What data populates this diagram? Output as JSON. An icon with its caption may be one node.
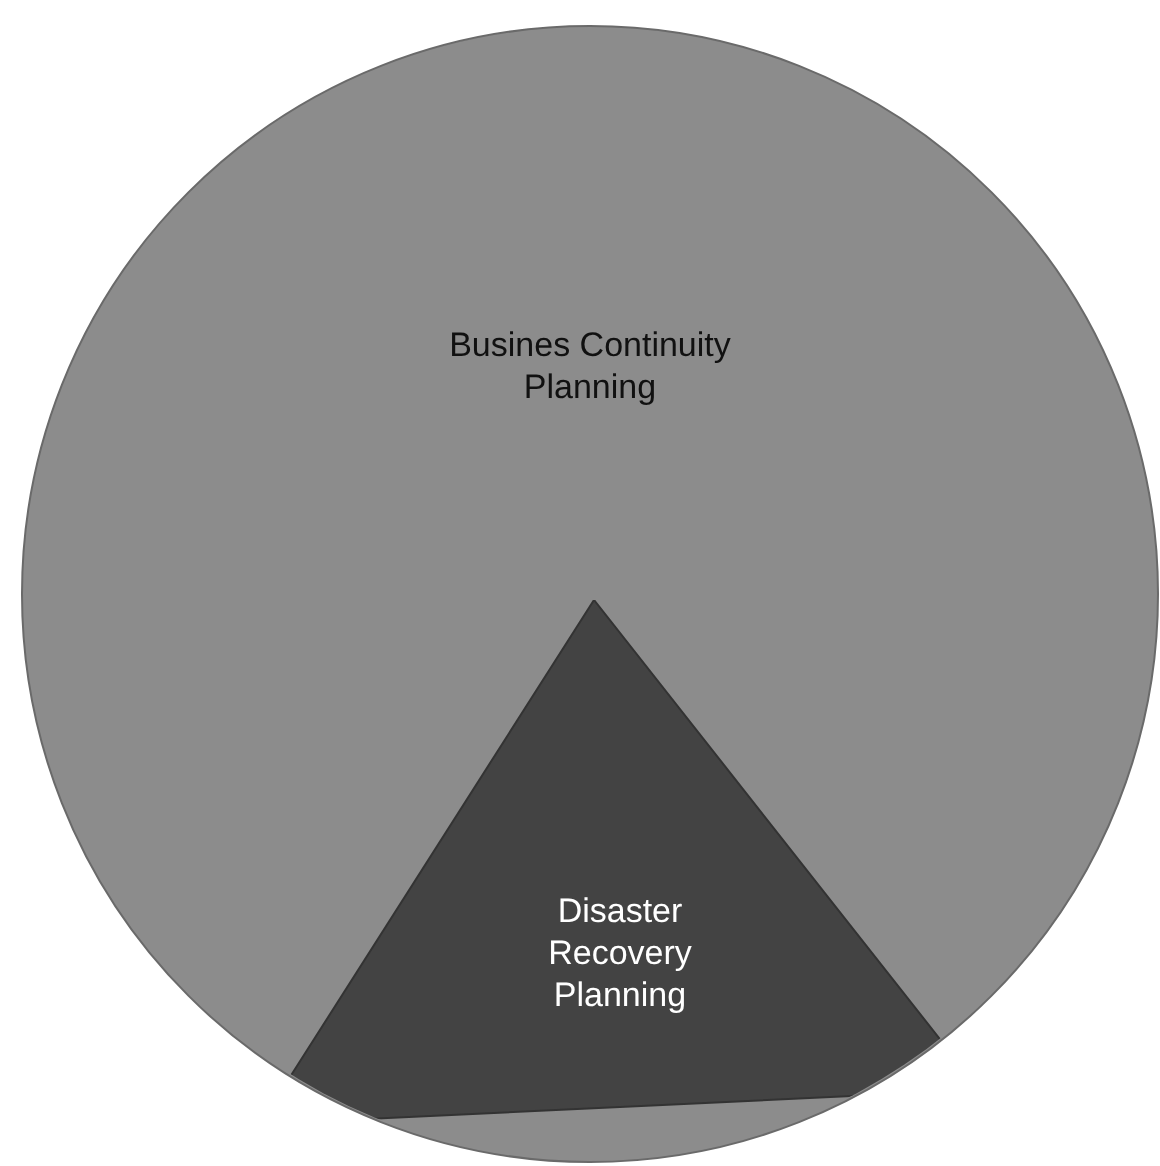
{
  "diagram": {
    "nodes": [
      {
        "text": [
          "Busines Continuity Planning"
        ]
      },
      {
        "text": [
          "Disaster Recovery Planning"
        ],
        "in": 0
      }
    ]
  }
}
